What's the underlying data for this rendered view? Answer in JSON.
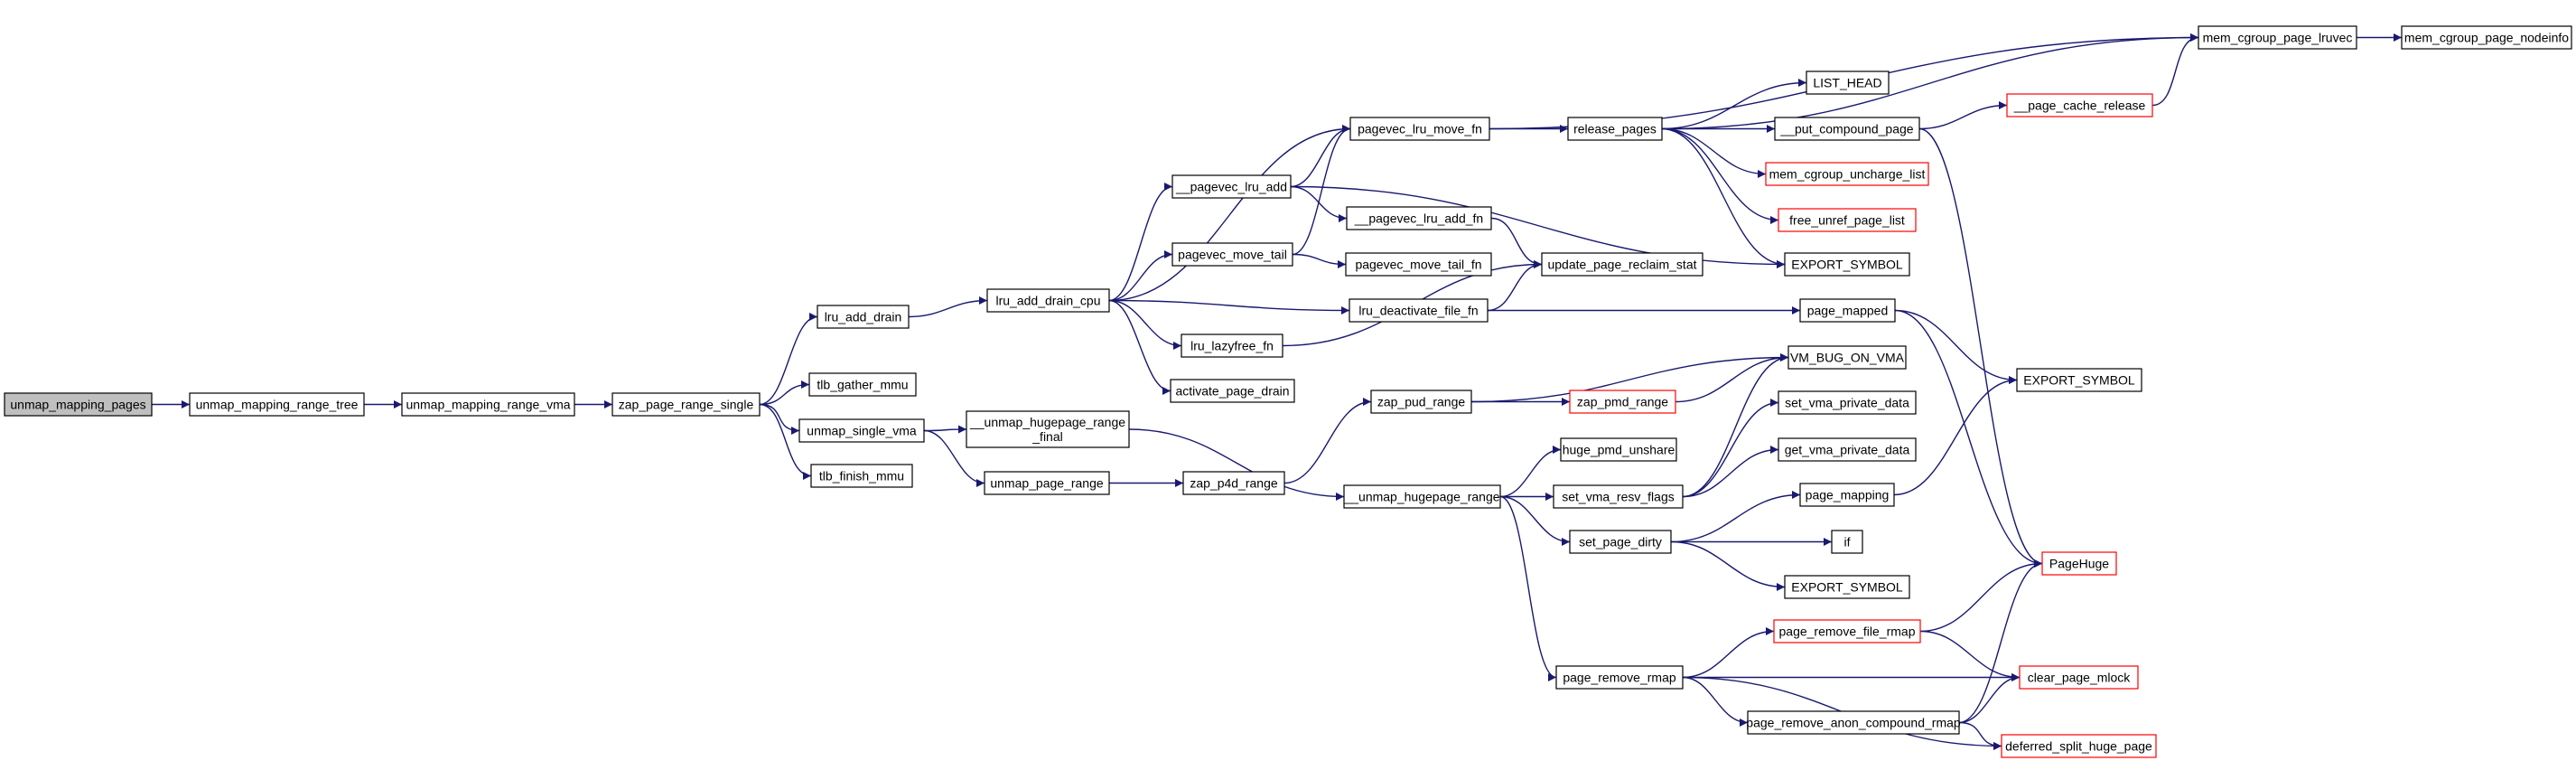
{
  "style": {
    "edge_color": "#191970",
    "node_border": "#000000",
    "node_border_highlight": "#ff0000",
    "root_fill": "#bfbfbf",
    "node_fill": "#ffffff"
  },
  "nodes": [
    {
      "id": "unmap_mapping_pages",
      "label": "unmap_mapping_pages",
      "kind": "root"
    },
    {
      "id": "unmap_mapping_range_tree",
      "label": "unmap_mapping_range_tree",
      "kind": "normal"
    },
    {
      "id": "unmap_mapping_range_vma",
      "label": "unmap_mapping_range_vma",
      "kind": "normal"
    },
    {
      "id": "zap_page_range_single",
      "label": "zap_page_range_single",
      "kind": "normal"
    },
    {
      "id": "lru_add_drain",
      "label": "lru_add_drain",
      "kind": "normal"
    },
    {
      "id": "tlb_gather_mmu",
      "label": "tlb_gather_mmu",
      "kind": "normal"
    },
    {
      "id": "unmap_single_vma",
      "label": "unmap_single_vma",
      "kind": "normal"
    },
    {
      "id": "tlb_finish_mmu",
      "label": "tlb_finish_mmu",
      "kind": "normal"
    },
    {
      "id": "lru_add_drain_cpu",
      "label": "lru_add_drain_cpu",
      "kind": "normal"
    },
    {
      "id": "unmap_hugepage_range_final",
      "label": "__unmap_hugepage_range\n_final",
      "kind": "normal"
    },
    {
      "id": "unmap_page_range",
      "label": "unmap_page_range",
      "kind": "normal"
    },
    {
      "id": "pagevec_lru_add",
      "label": "__pagevec_lru_add",
      "kind": "normal"
    },
    {
      "id": "pagevec_move_tail",
      "label": "pagevec_move_tail",
      "kind": "normal"
    },
    {
      "id": "lru_lazyfree_fn",
      "label": "lru_lazyfree_fn",
      "kind": "normal"
    },
    {
      "id": "activate_page_drain",
      "label": "activate_page_drain",
      "kind": "normal"
    },
    {
      "id": "zap_p4d_range",
      "label": "zap_p4d_range",
      "kind": "normal"
    },
    {
      "id": "pagevec_lru_move_fn",
      "label": "pagevec_lru_move_fn",
      "kind": "normal"
    },
    {
      "id": "pagevec_lru_add_fn",
      "label": "__pagevec_lru_add_fn",
      "kind": "normal"
    },
    {
      "id": "pagevec_move_tail_fn",
      "label": "pagevec_move_tail_fn",
      "kind": "normal"
    },
    {
      "id": "lru_deactivate_file_fn",
      "label": "lru_deactivate_file_fn",
      "kind": "normal"
    },
    {
      "id": "zap_pud_range",
      "label": "zap_pud_range",
      "kind": "normal"
    },
    {
      "id": "unmap_hugepage_range",
      "label": "__unmap_hugepage_range",
      "kind": "normal"
    },
    {
      "id": "release_pages",
      "label": "release_pages",
      "kind": "normal"
    },
    {
      "id": "update_page_reclaim_stat",
      "label": "update_page_reclaim_stat",
      "kind": "normal"
    },
    {
      "id": "zap_pmd_range",
      "label": "zap_pmd_range",
      "kind": "highlight"
    },
    {
      "id": "huge_pmd_unshare",
      "label": "huge_pmd_unshare",
      "kind": "normal"
    },
    {
      "id": "set_vma_resv_flags",
      "label": "set_vma_resv_flags",
      "kind": "normal"
    },
    {
      "id": "set_page_dirty",
      "label": "set_page_dirty",
      "kind": "normal"
    },
    {
      "id": "page_remove_rmap",
      "label": "page_remove_rmap",
      "kind": "normal"
    },
    {
      "id": "LIST_HEAD",
      "label": "LIST_HEAD",
      "kind": "normal"
    },
    {
      "id": "put_compound_page",
      "label": "__put_compound_page",
      "kind": "normal"
    },
    {
      "id": "mem_cgroup_uncharge_list",
      "label": "mem_cgroup_uncharge_list",
      "kind": "highlight"
    },
    {
      "id": "free_unref_page_list",
      "label": "free_unref_page_list",
      "kind": "highlight"
    },
    {
      "id": "EXPORT_SYMBOL_1",
      "label": "EXPORT_SYMBOL",
      "kind": "normal"
    },
    {
      "id": "page_mapped",
      "label": "page_mapped",
      "kind": "normal"
    },
    {
      "id": "VM_BUG_ON_VMA",
      "label": "VM_BUG_ON_VMA",
      "kind": "normal"
    },
    {
      "id": "set_vma_private_data",
      "label": "set_vma_private_data",
      "kind": "normal"
    },
    {
      "id": "get_vma_private_data",
      "label": "get_vma_private_data",
      "kind": "normal"
    },
    {
      "id": "page_mapping",
      "label": "page_mapping",
      "kind": "normal"
    },
    {
      "id": "if",
      "label": "if",
      "kind": "normal"
    },
    {
      "id": "EXPORT_SYMBOL_3",
      "label": "EXPORT_SYMBOL",
      "kind": "normal"
    },
    {
      "id": "page_remove_file_rmap",
      "label": "page_remove_file_rmap",
      "kind": "highlight"
    },
    {
      "id": "page_remove_anon_compound_rmap",
      "label": "page_remove_anon_compound_rmap",
      "kind": "normal"
    },
    {
      "id": "mem_cgroup_page_lruvec",
      "label": "mem_cgroup_page_lruvec",
      "kind": "normal"
    },
    {
      "id": "page_cache_release",
      "label": "__page_cache_release",
      "kind": "highlight"
    },
    {
      "id": "EXPORT_SYMBOL_2",
      "label": "EXPORT_SYMBOL",
      "kind": "normal"
    },
    {
      "id": "PageHuge",
      "label": "PageHuge",
      "kind": "highlight"
    },
    {
      "id": "clear_page_mlock",
      "label": "clear_page_mlock",
      "kind": "highlight"
    },
    {
      "id": "deferred_split_huge_page",
      "label": "deferred_split_huge_page",
      "kind": "highlight"
    },
    {
      "id": "mem_cgroup_page_nodeinfo",
      "label": "mem_cgroup_page_nodeinfo",
      "kind": "normal"
    }
  ],
  "edges": [
    {
      "from": "unmap_mapping_pages",
      "to": "unmap_mapping_range_tree"
    },
    {
      "from": "unmap_mapping_range_tree",
      "to": "unmap_mapping_range_vma"
    },
    {
      "from": "unmap_mapping_range_vma",
      "to": "zap_page_range_single"
    },
    {
      "from": "zap_page_range_single",
      "to": "lru_add_drain"
    },
    {
      "from": "zap_page_range_single",
      "to": "tlb_gather_mmu"
    },
    {
      "from": "zap_page_range_single",
      "to": "unmap_single_vma"
    },
    {
      "from": "zap_page_range_single",
      "to": "tlb_finish_mmu"
    },
    {
      "from": "lru_add_drain",
      "to": "lru_add_drain_cpu"
    },
    {
      "from": "unmap_single_vma",
      "to": "unmap_hugepage_range_final"
    },
    {
      "from": "unmap_single_vma",
      "to": "unmap_page_range"
    },
    {
      "from": "lru_add_drain_cpu",
      "to": "pagevec_lru_move_fn"
    },
    {
      "from": "lru_add_drain_cpu",
      "to": "pagevec_lru_add"
    },
    {
      "from": "lru_add_drain_cpu",
      "to": "pagevec_move_tail"
    },
    {
      "from": "lru_add_drain_cpu",
      "to": "lru_deactivate_file_fn"
    },
    {
      "from": "lru_add_drain_cpu",
      "to": "lru_lazyfree_fn"
    },
    {
      "from": "lru_add_drain_cpu",
      "to": "activate_page_drain"
    },
    {
      "from": "unmap_hugepage_range_final",
      "to": "unmap_hugepage_range"
    },
    {
      "from": "unmap_page_range",
      "to": "zap_p4d_range"
    },
    {
      "from": "zap_p4d_range",
      "to": "zap_pud_range"
    },
    {
      "from": "pagevec_lru_add",
      "to": "pagevec_lru_move_fn"
    },
    {
      "from": "pagevec_lru_add",
      "to": "pagevec_lru_add_fn"
    },
    {
      "from": "pagevec_lru_add",
      "to": "EXPORT_SYMBOL_1"
    },
    {
      "from": "pagevec_move_tail",
      "to": "pagevec_lru_move_fn"
    },
    {
      "from": "pagevec_move_tail",
      "to": "pagevec_move_tail_fn"
    },
    {
      "from": "pagevec_lru_add_fn",
      "to": "update_page_reclaim_stat"
    },
    {
      "from": "lru_deactivate_file_fn",
      "to": "update_page_reclaim_stat"
    },
    {
      "from": "lru_deactivate_file_fn",
      "to": "page_mapped"
    },
    {
      "from": "lru_lazyfree_fn",
      "to": "update_page_reclaim_stat"
    },
    {
      "from": "pagevec_lru_move_fn",
      "to": "release_pages"
    },
    {
      "from": "pagevec_lru_move_fn",
      "to": "mem_cgroup_page_lruvec"
    },
    {
      "from": "release_pages",
      "to": "mem_cgroup_page_lruvec"
    },
    {
      "from": "release_pages",
      "to": "LIST_HEAD"
    },
    {
      "from": "release_pages",
      "to": "put_compound_page"
    },
    {
      "from": "release_pages",
      "to": "mem_cgroup_uncharge_list"
    },
    {
      "from": "release_pages",
      "to": "free_unref_page_list"
    },
    {
      "from": "release_pages",
      "to": "EXPORT_SYMBOL_1"
    },
    {
      "from": "put_compound_page",
      "to": "page_cache_release"
    },
    {
      "from": "put_compound_page",
      "to": "PageHuge"
    },
    {
      "from": "page_cache_release",
      "to": "mem_cgroup_page_lruvec"
    },
    {
      "from": "mem_cgroup_page_lruvec",
      "to": "mem_cgroup_page_nodeinfo"
    },
    {
      "from": "page_mapped",
      "to": "EXPORT_SYMBOL_2"
    },
    {
      "from": "page_mapped",
      "to": "PageHuge"
    },
    {
      "from": "zap_pud_range",
      "to": "zap_pmd_range"
    },
    {
      "from": "zap_pud_range",
      "to": "VM_BUG_ON_VMA"
    },
    {
      "from": "zap_pmd_range",
      "to": "VM_BUG_ON_VMA"
    },
    {
      "from": "unmap_hugepage_range",
      "to": "huge_pmd_unshare"
    },
    {
      "from": "unmap_hugepage_range",
      "to": "set_vma_resv_flags"
    },
    {
      "from": "unmap_hugepage_range",
      "to": "set_page_dirty"
    },
    {
      "from": "unmap_hugepage_range",
      "to": "page_remove_rmap"
    },
    {
      "from": "set_vma_resv_flags",
      "to": "VM_BUG_ON_VMA"
    },
    {
      "from": "set_vma_resv_flags",
      "to": "set_vma_private_data"
    },
    {
      "from": "set_vma_resv_flags",
      "to": "get_vma_private_data"
    },
    {
      "from": "set_page_dirty",
      "to": "page_mapping"
    },
    {
      "from": "set_page_dirty",
      "to": "if"
    },
    {
      "from": "set_page_dirty",
      "to": "EXPORT_SYMBOL_3"
    },
    {
      "from": "page_mapping",
      "to": "EXPORT_SYMBOL_2"
    },
    {
      "from": "page_remove_rmap",
      "to": "page_remove_file_rmap"
    },
    {
      "from": "page_remove_rmap",
      "to": "clear_page_mlock"
    },
    {
      "from": "page_remove_rmap",
      "to": "page_remove_anon_compound_rmap"
    },
    {
      "from": "page_remove_rmap",
      "to": "deferred_split_huge_page"
    },
    {
      "from": "page_remove_file_rmap",
      "to": "PageHuge"
    },
    {
      "from": "page_remove_file_rmap",
      "to": "clear_page_mlock"
    },
    {
      "from": "page_remove_anon_compound_rmap",
      "to": "PageHuge"
    },
    {
      "from": "page_remove_anon_compound_rmap",
      "to": "clear_page_mlock"
    },
    {
      "from": "page_remove_anon_compound_rmap",
      "to": "deferred_split_huge_page"
    }
  ]
}
